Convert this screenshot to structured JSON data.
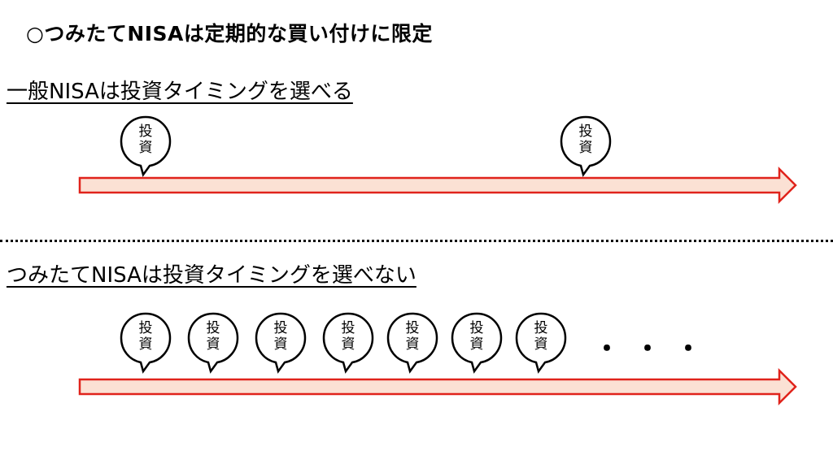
{
  "title": "○つみたてNISAは定期的な買い付けに限定",
  "sections": [
    {
      "heading": "一般NISAは投資タイミングを選べる",
      "bubble_label": [
        "投",
        "資"
      ],
      "bubble_count": 2
    },
    {
      "heading": "つみたてNISAは投資タイミングを選べない",
      "bubble_label": [
        "投",
        "資"
      ],
      "bubble_count": 7,
      "continuation": "・・・"
    }
  ],
  "colors": {
    "arrow_fill": "#fbe1d4",
    "arrow_stroke": "#e0231b",
    "bubble_fill": "#ffffff",
    "bubble_stroke": "#000000"
  },
  "icons": {
    "bubble": "speech-bubble-icon",
    "arrow": "timeline-arrow-icon"
  }
}
